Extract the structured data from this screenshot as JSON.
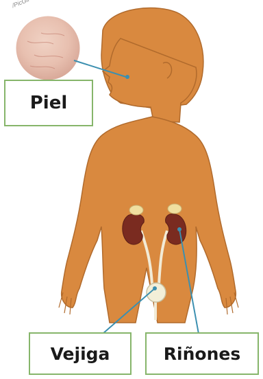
{
  "labels": {
    "piel": "Piel",
    "vejiga": "Vejiga",
    "rinones": "Riñones"
  },
  "watermark": "/PicGif",
  "colors": {
    "skin": "#d9893f",
    "skin_outline": "#b06a2c",
    "kidney": "#7a2b20",
    "adrenal": "#f0dfa0",
    "ureter": "#f2ebd6",
    "bladder": "#f3efd8",
    "callout_line": "#3b8fb0",
    "label_border": "#86b56a",
    "skin_sample": "#e8c0b0"
  },
  "icons": {
    "skin_magnifier": "magnifier-circle-icon"
  }
}
